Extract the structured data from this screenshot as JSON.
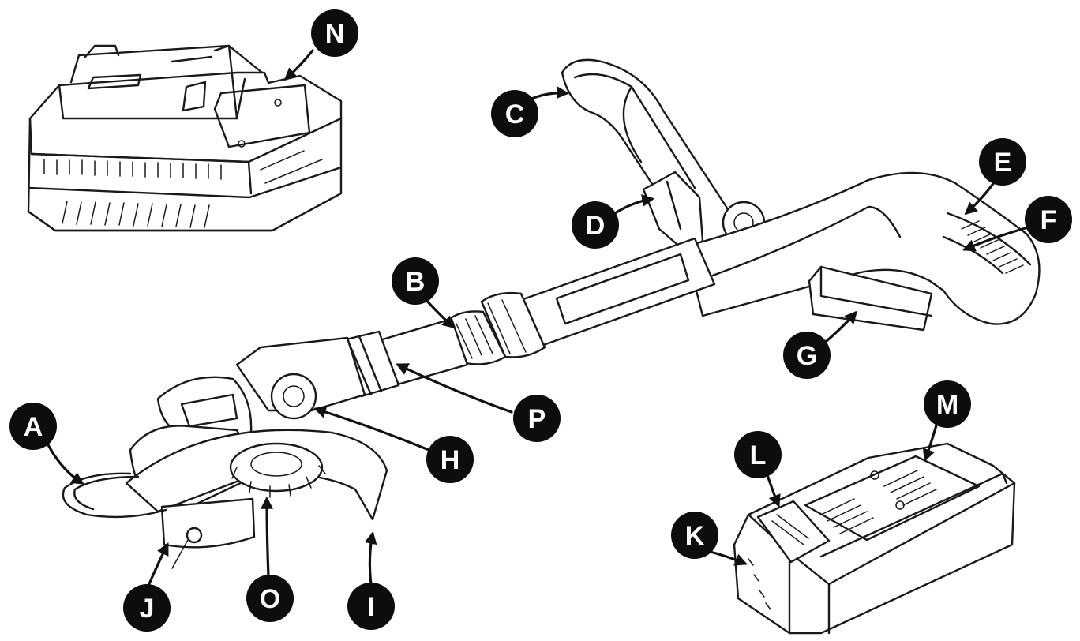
{
  "callouts": {
    "a": "A",
    "b": "B",
    "c": "C",
    "d": "D",
    "e": "E",
    "f": "F",
    "g": "G",
    "h": "H",
    "i": "I",
    "j": "J",
    "k": "K",
    "l": "L",
    "m": "M",
    "n": "N",
    "o": "O",
    "p": "P"
  },
  "colors": {
    "ink": "#1a1a1a",
    "badge": "#0d0d0d",
    "badge_text": "#ffffff",
    "background": "#ffffff"
  }
}
